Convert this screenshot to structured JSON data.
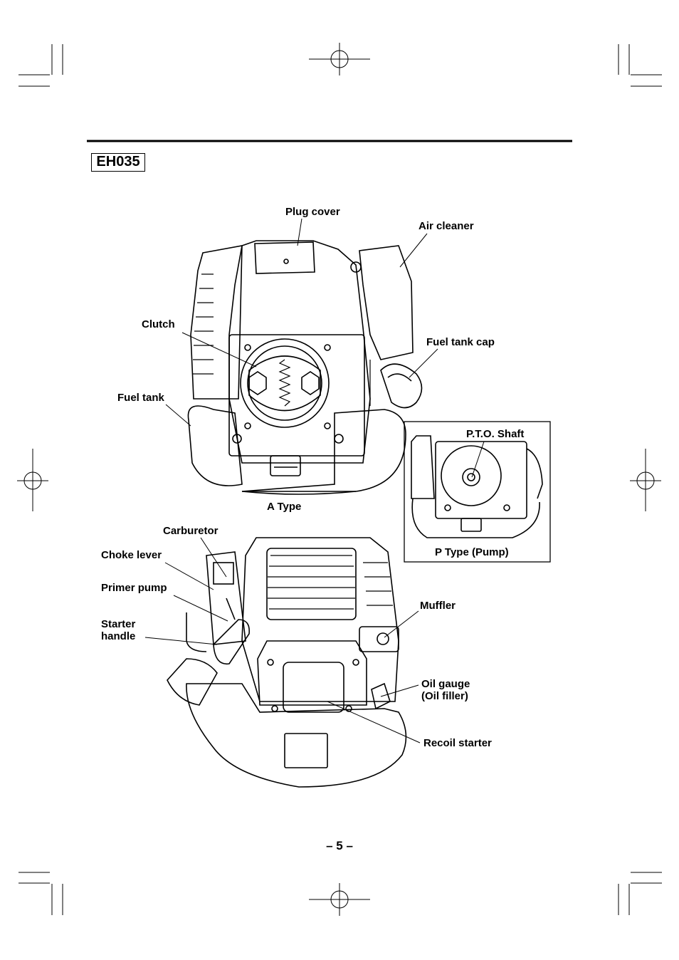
{
  "header": {
    "model": "EH035"
  },
  "labels": {
    "plug_cover": "Plug cover",
    "air_cleaner": "Air cleaner",
    "clutch": "Clutch",
    "fuel_tank_cap": "Fuel tank cap",
    "fuel_tank": "Fuel tank",
    "pto_shaft": "P.T.O. Shaft",
    "a_type": "A Type",
    "p_type": "P Type (Pump)",
    "carburetor": "Carburetor",
    "choke_lever": "Choke lever",
    "primer_pump": "Primer pump",
    "starter_handle": "Starter\nhandle",
    "muffler": "Muffler",
    "oil_gauge": "Oil gauge\n(Oil filler)",
    "recoil_starter": "Recoil starter"
  },
  "footer": {
    "page_number": "– 5 –"
  }
}
